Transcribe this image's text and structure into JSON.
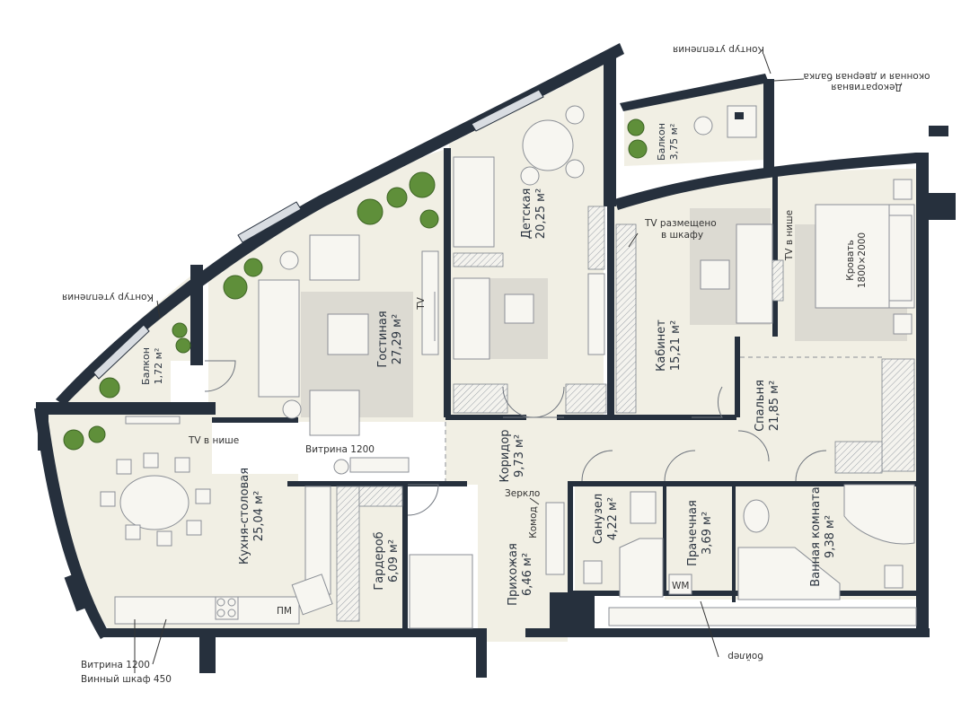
{
  "rooms": {
    "living": {
      "name": "Гостиная",
      "area": "27,29 м²"
    },
    "kids": {
      "name": "Детская",
      "area": "20,25 м²"
    },
    "cabinet": {
      "name": "Кабинет",
      "area": "15,21 м²"
    },
    "bedroom": {
      "name": "Спальня",
      "area": "21,85 м²"
    },
    "kitchen": {
      "name": "Кухня-столовая",
      "area": "25,04 м²"
    },
    "corridor": {
      "name": "Коридор",
      "area": "9,73 м²"
    },
    "wardrobe": {
      "name": "Гардероб",
      "area": "6,09 м²"
    },
    "hall": {
      "name": "Прихожая",
      "area": "6,46 м²"
    },
    "wc": {
      "name": "Санузел",
      "area": "4,22 м²"
    },
    "laundry": {
      "name": "Прачечная",
      "area": "3,69 м²"
    },
    "bath": {
      "name": "Ванная комната",
      "area": "9,38 м²"
    },
    "balcony_small": {
      "name": "Балкон",
      "area": "1,72 м²"
    },
    "balcony_top": {
      "name": "Балкон",
      "area": "3,75 м²"
    }
  },
  "labels": {
    "insulation_left": "Контур утепления",
    "insulation_top": "Контур утепления",
    "decor_beam_1": "Декоративная",
    "decor_beam_2": "оконная и дверная балка",
    "tv_niche_kitchen": "TV в нише",
    "tv_niche_bedroom": "TV в нише",
    "tv_wardrobe_1": "TV размещено",
    "tv_wardrobe_2": "в шкафу",
    "tv_living": "TV",
    "vitrina_mid": "Витрина 1200",
    "vitrina_bottom": "Витрина 1200",
    "wine": "Винный шкаф 450",
    "mirror": "Зеркло",
    "komod": "Комод",
    "bed_1": "Кровать",
    "bed_2": "1800×2000",
    "boiler": "бойлер",
    "pm": "ПМ",
    "wm": "WM"
  }
}
